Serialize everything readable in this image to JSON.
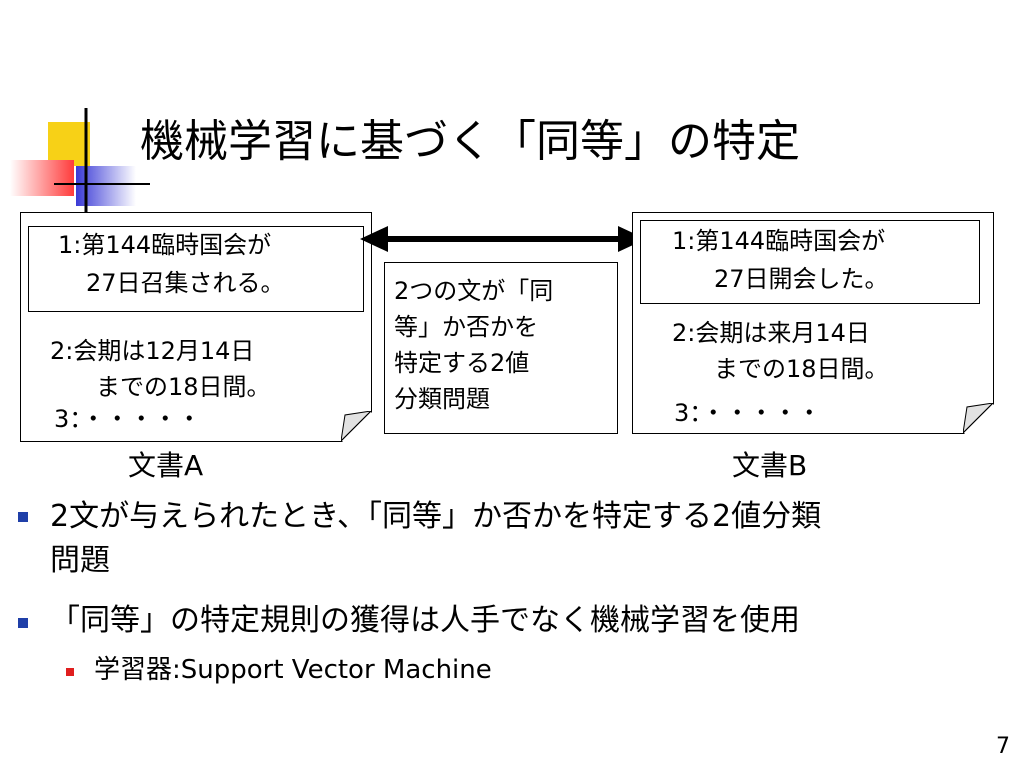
{
  "title": "機械学習に基づく「同等」の特定",
  "colors": {
    "bullet_primary": "#1f3fa8",
    "bullet_secondary": "#e01e1e",
    "logo_yellow": "#f7d117",
    "logo_red": "#ff3b3b",
    "logo_blue": "#3a3ad6"
  },
  "doc_a": {
    "item1_line1": "1:第144臨時国会が",
    "item1_line2": "27日召集される。",
    "item2_line1": "2:会期は12月14日",
    "item2_line2": "までの18日間。",
    "item3": "3：・・・・・",
    "label": "文書A"
  },
  "doc_b": {
    "item1_line1": "1:第144臨時国会が",
    "item1_line2": "27日開会した。",
    "item2_line1": "2:会期は来月14日",
    "item2_line2": "までの18日間。",
    "item3": "3：・・・・・",
    "label": "文書B"
  },
  "middle": {
    "line1": "2つの文が「同",
    "line2": "等」か否かを",
    "line3": "特定する2値",
    "line4": "分類問題"
  },
  "bullets": [
    {
      "line1": "2文が与えられたとき、「同等」か否かを特定する2値分類",
      "line2": "問題"
    },
    {
      "text": "「同等」の特定規則の獲得は人手でなく機械学習を使用"
    }
  ],
  "sub_bullet": "学習器:Support Vector Machine",
  "page_number": "7"
}
